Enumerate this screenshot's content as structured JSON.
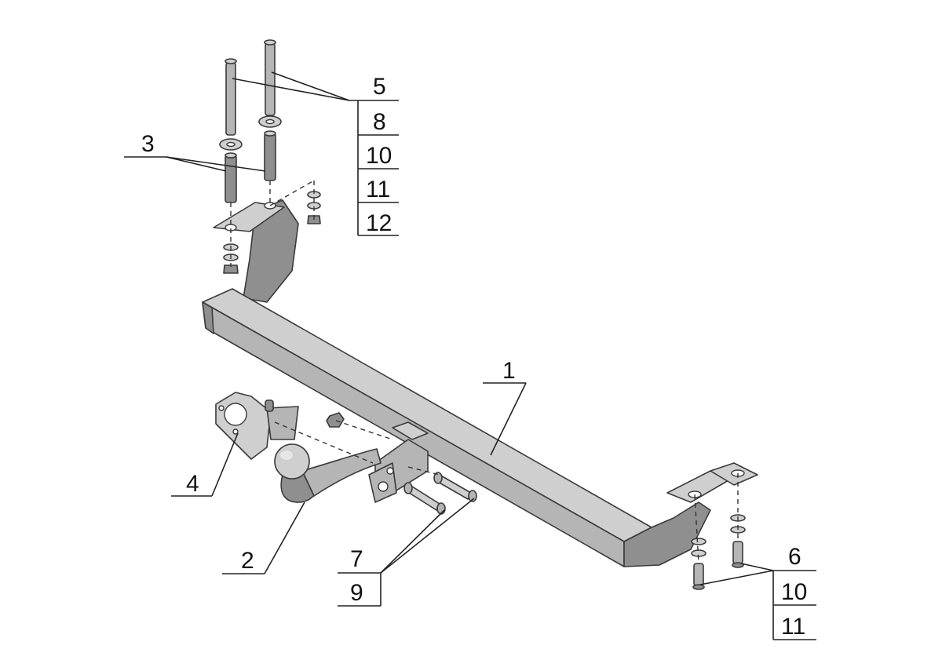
{
  "callouts": {
    "part_1": "1",
    "part_2": "2",
    "part_3": "3",
    "part_4": "4",
    "part_5": "5",
    "part_8": "8",
    "part_10_top": "10",
    "part_11_top": "11",
    "part_12": "12",
    "part_6": "6",
    "part_10_bottom": "10",
    "part_11_bottom": "11",
    "part_7": "7",
    "part_9": "9"
  },
  "colors": {
    "metal": "#b5b5b5",
    "metal_light": "#cfcfcf",
    "metal_dark": "#8f8f8f",
    "outline": "#3a3a3a",
    "background": "#ffffff"
  }
}
